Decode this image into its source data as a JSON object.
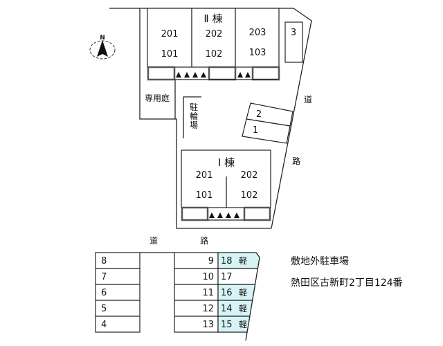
{
  "compass": {
    "label": "N"
  },
  "building2": {
    "title": "Ⅱ 棟",
    "units": [
      {
        "upper": "201",
        "lower": "101"
      },
      {
        "upper": "202",
        "lower": "102"
      },
      {
        "upper": "203",
        "lower": "103"
      }
    ]
  },
  "building1": {
    "title": "Ⅰ 棟",
    "units": [
      {
        "upper": "201",
        "lower": "101"
      },
      {
        "upper": "202",
        "lower": "102"
      }
    ]
  },
  "private_garden": "専用庭",
  "bicycle_parking": [
    "駐",
    "輪",
    "場"
  ],
  "onsite_parking": [
    "1",
    "2",
    "3"
  ],
  "road_right": [
    "道",
    "路"
  ],
  "road_bottom": [
    "道",
    "路"
  ],
  "offsite_parking": {
    "left_column": [
      "8",
      "7",
      "6",
      "5",
      "4"
    ],
    "right_column": [
      "9",
      "10",
      "11",
      "12",
      "13"
    ],
    "extra_column": [
      {
        "num": "18",
        "tag": "軽",
        "kei": true
      },
      {
        "num": "17",
        "tag": "",
        "kei": false
      },
      {
        "num": "16",
        "tag": "軽",
        "kei": true
      },
      {
        "num": "14",
        "tag": "軽",
        "kei": true
      },
      {
        "num": "15",
        "tag": "軽",
        "kei": true
      }
    ]
  },
  "notes": {
    "title": "敷地外駐車場",
    "address": "熱田区古新町2丁目124番"
  },
  "colors": {
    "kei_fill": "#d6f4f6"
  }
}
